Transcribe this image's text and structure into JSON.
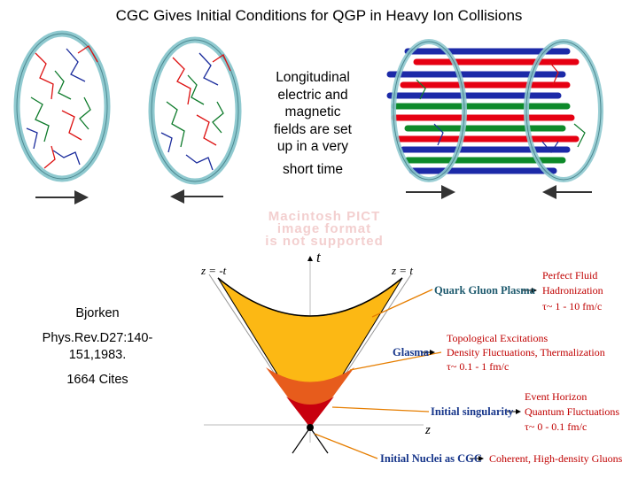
{
  "title": "CGC Gives Initial Conditions for QGP in Heavy Ion Collisions",
  "longitudinal_text": [
    "Longitudinal",
    "electric and",
    "magnetic",
    "fields are set",
    "up in a very",
    "short time"
  ],
  "placeholder_text": [
    "Macintosh PICT",
    "image format",
    "is not supported"
  ],
  "reference": {
    "author": "Bjorken",
    "citation": "Phys.Rev.D27:140-151,1983.",
    "cites": "1664 Cites"
  },
  "spacetime": {
    "t_axis": "t",
    "z_axis": "z",
    "left_light_cone": "z = -t",
    "right_light_cone": "z = t",
    "labels": {
      "qgp": "Quark Gluon Plasma",
      "glasma": "Glasma",
      "singularity": "Initial singularity",
      "nuclei": "Initial Nuclei as CGC"
    },
    "qgp_notes": [
      "Perfect Fluid",
      "Hadronization",
      "τ~ 1 - 10 fm/c"
    ],
    "glasma_notes": [
      "Topological Excitations",
      "Density Fluctuations, Thermalization",
      "τ~ 0.1 - 1 fm/c"
    ],
    "singularity_notes": [
      "Event Horizon",
      "Quantum Fluctuations",
      "τ~ 0 - 0.1 fm/c"
    ],
    "nuclei_note": "Coherent, High-density Gluons"
  },
  "colors": {
    "flux_red": "#e60012",
    "flux_blue": "#1c2aa8",
    "flux_green": "#0d8a2a",
    "nucleus_ring": "#8fc9cf",
    "qgp_fill": "#fcb814",
    "glasma_fill": "#e75c1c",
    "singularity_fill": "#c8000e",
    "label_green": "#1e5a6e",
    "label_blue": "#16358a"
  },
  "icons": [
    "left-nucleus-icon",
    "middle-nucleus-icon",
    "colliding-nucleus-icon",
    "motion-arrow-icon",
    "flux-tube-icon"
  ]
}
